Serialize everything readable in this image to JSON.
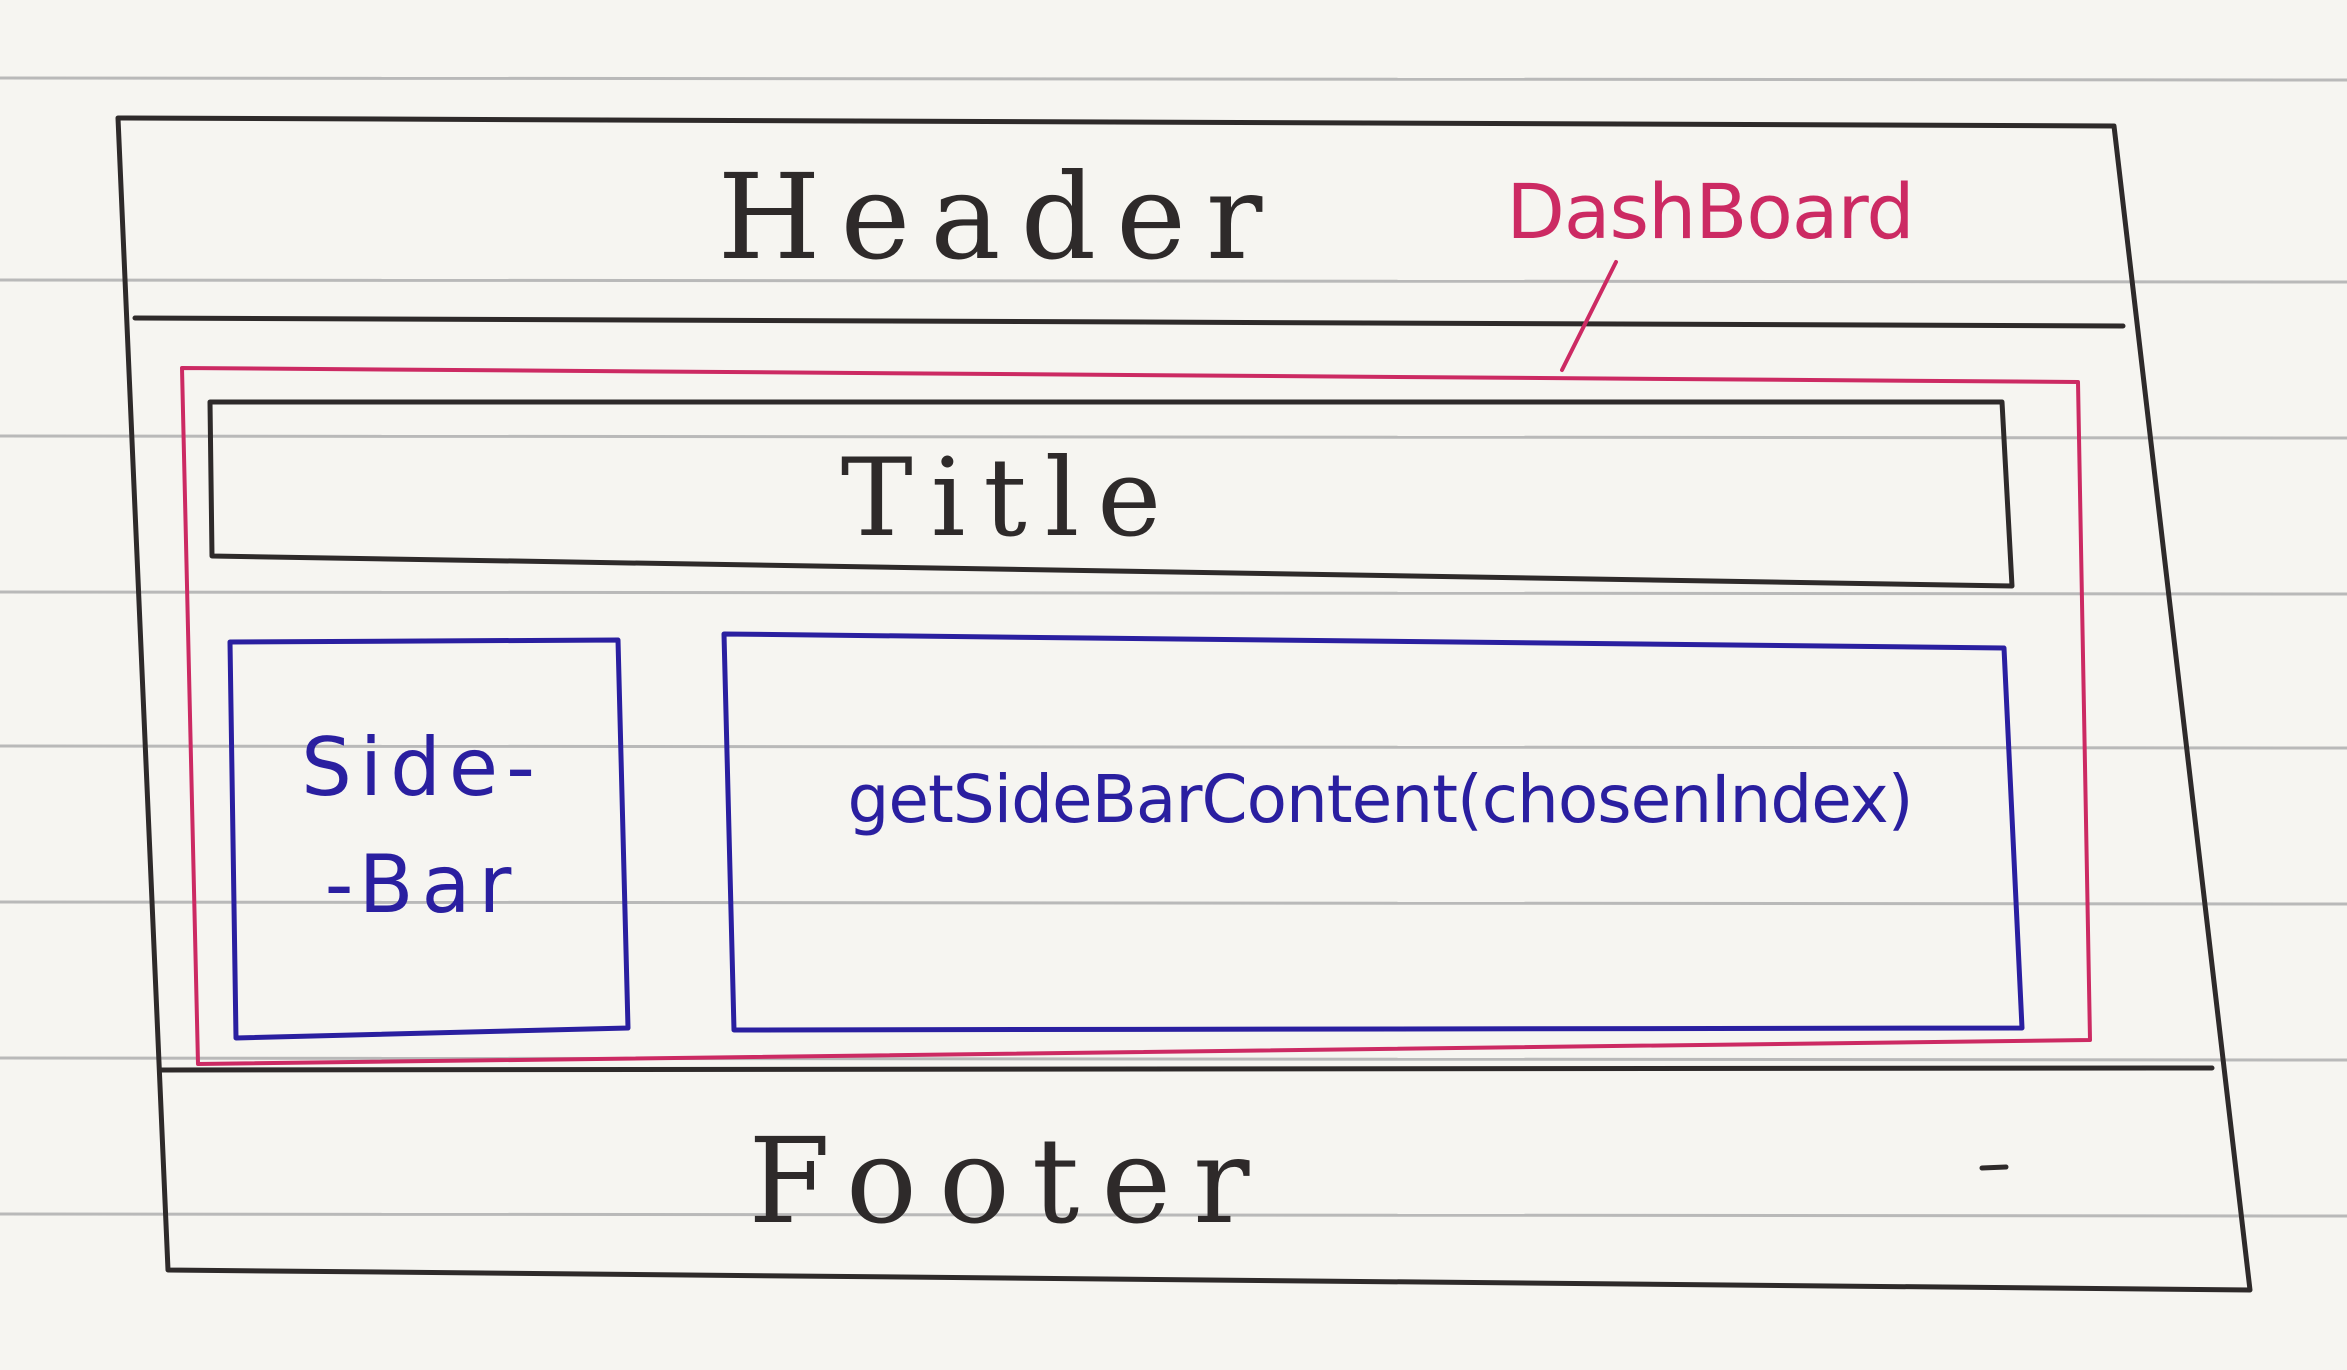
{
  "labels": {
    "header": "Header",
    "dashboard": "DashBoard",
    "title": "Title",
    "sidebar_line1": "Side-",
    "sidebar_line2": "-Bar",
    "content": "getSideBarContent(chosenIndex)",
    "footer": "Footer"
  },
  "colors": {
    "paper": "#f6f5f1",
    "ruled_line": "#b9b9b9",
    "black_ink": "#2e2a2a",
    "pink_ink": "#cc2a63",
    "blue_ink": "#2a1fa0"
  }
}
